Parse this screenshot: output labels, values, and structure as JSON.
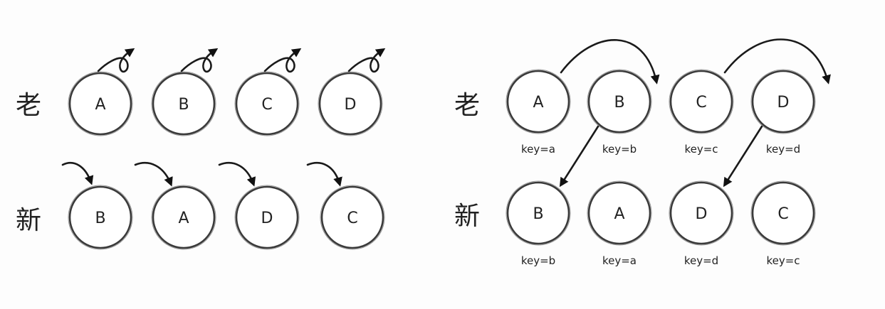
{
  "left": {
    "old_row_label": "老",
    "new_row_label": "新",
    "old_nodes": [
      "A",
      "B",
      "C",
      "D"
    ],
    "new_nodes": [
      "B",
      "A",
      "D",
      "C"
    ]
  },
  "right": {
    "old_row_label": "老",
    "new_row_label": "新",
    "old_nodes": [
      {
        "label": "A",
        "key": "key=a"
      },
      {
        "label": "B",
        "key": "key=b"
      },
      {
        "label": "C",
        "key": "key=c"
      },
      {
        "label": "D",
        "key": "key=d"
      }
    ],
    "new_nodes": [
      {
        "label": "B",
        "key": "key=b"
      },
      {
        "label": "A",
        "key": "key=a"
      },
      {
        "label": "D",
        "key": "key=d"
      },
      {
        "label": "C",
        "key": "key=c"
      }
    ]
  }
}
